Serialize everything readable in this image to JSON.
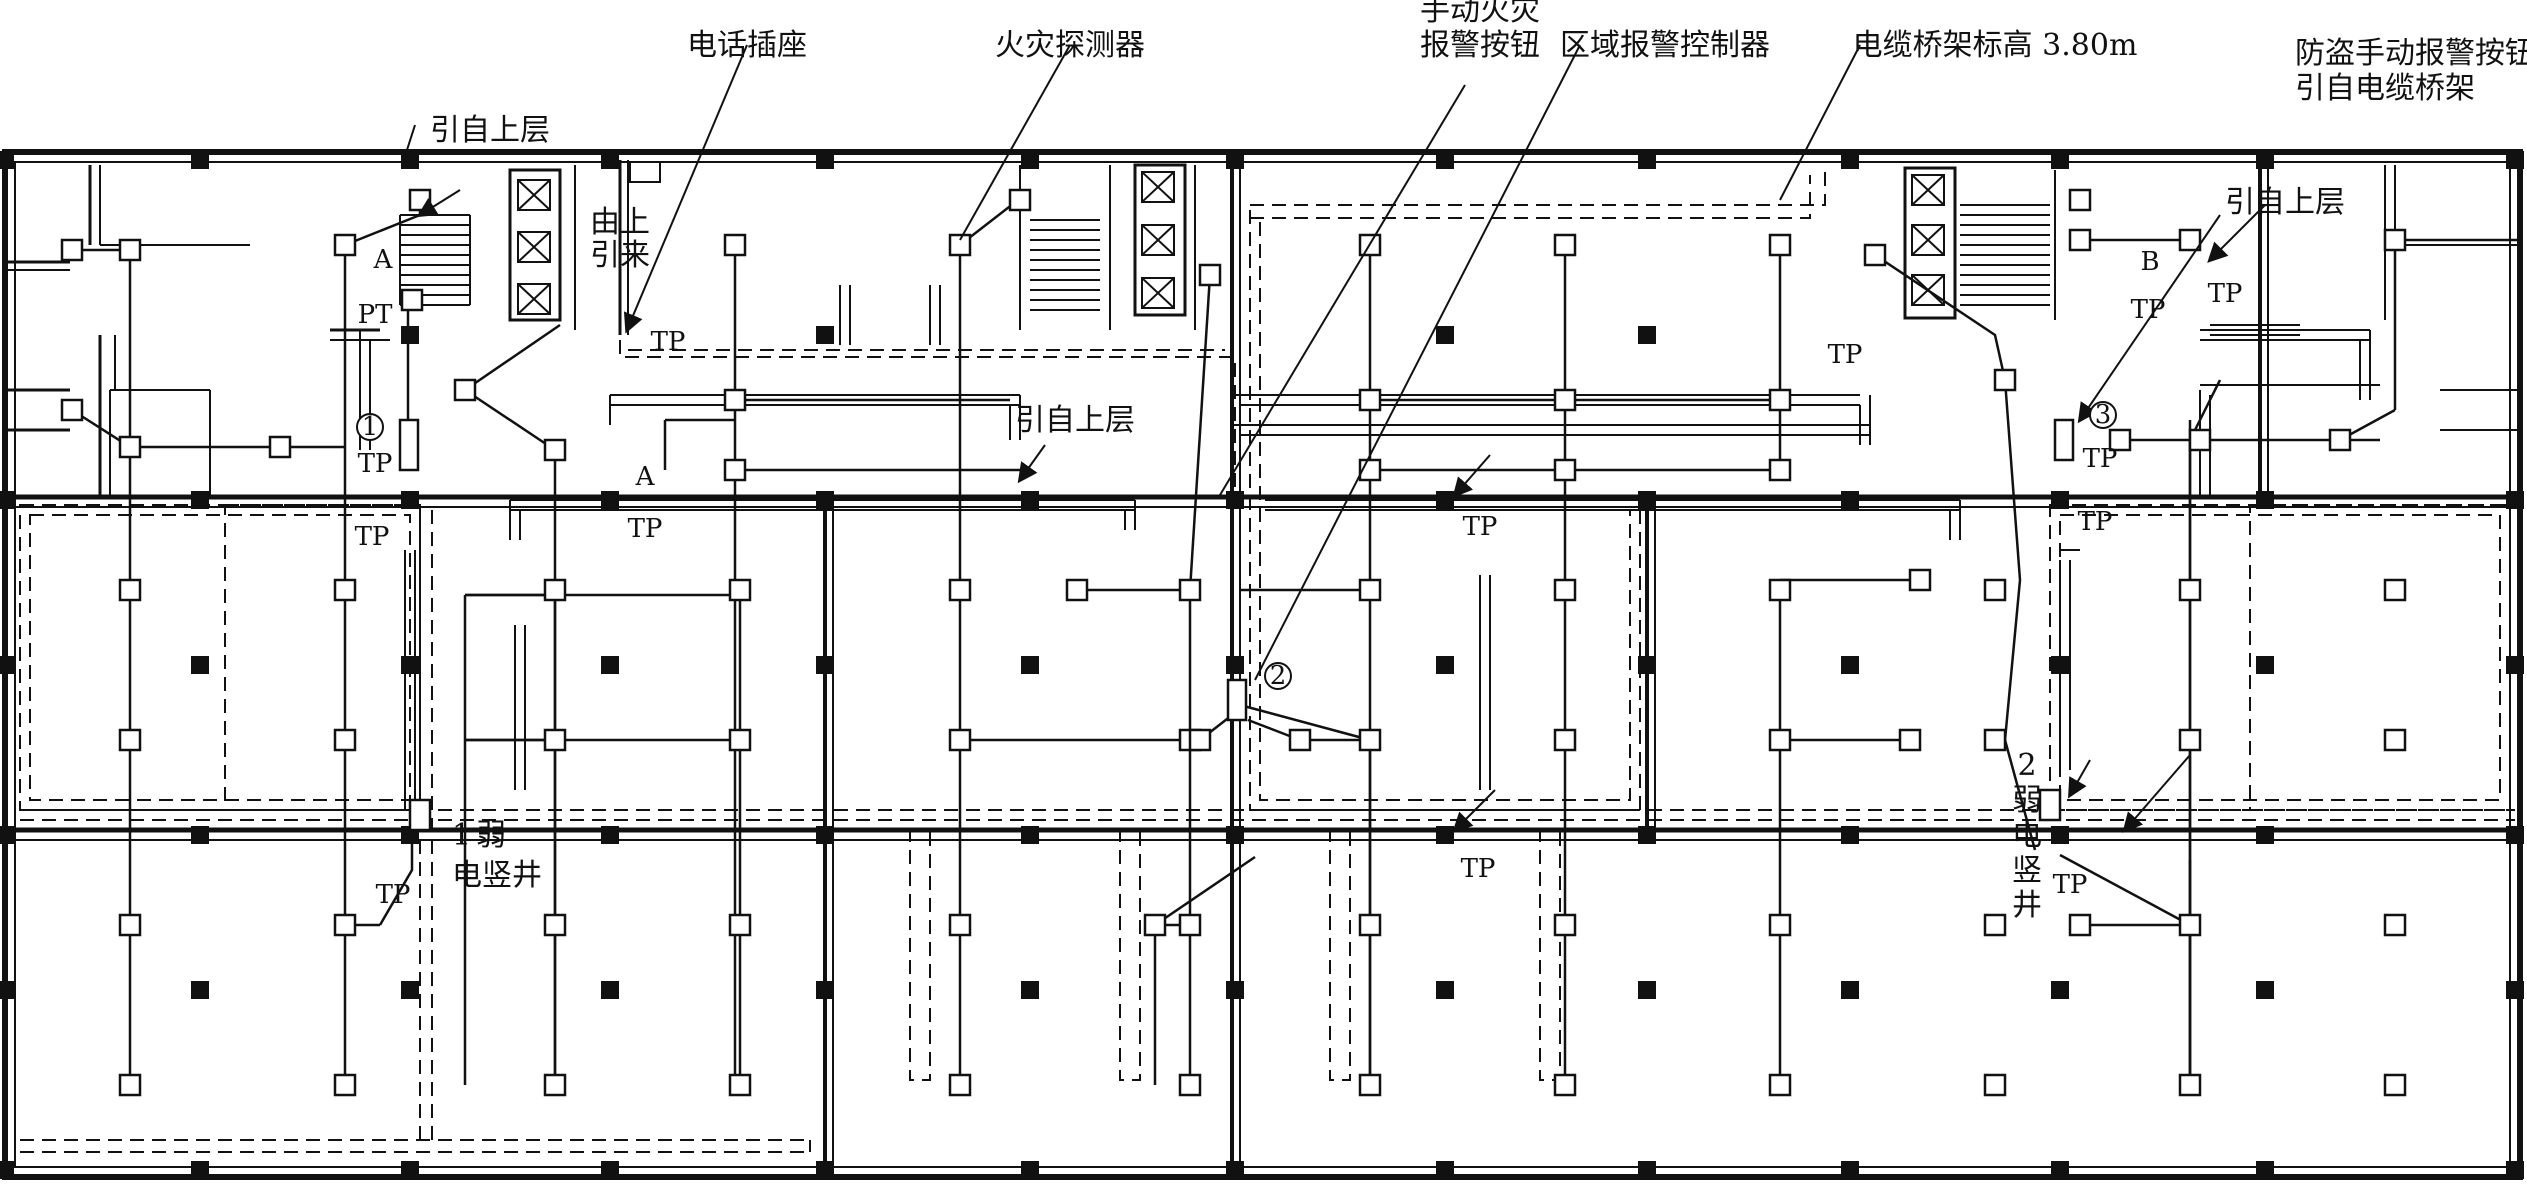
{
  "labels": {
    "phone_socket": "电话插座",
    "fire_detector": "火灾探测器",
    "manual_alarm_1": "手动火灾",
    "manual_alarm_2": "报警按钮",
    "area_controller": "区域报警控制器",
    "cable_tray": "电缆桥架标高 3.80m",
    "anti_theft_1": "防盗手动报警按钮",
    "anti_theft_2": "引自电缆桥架",
    "from_upper_left": "引自上层",
    "from_upper_right": "引自上层",
    "from_upper_mid": "引自上层",
    "from_above_1": "由上",
    "from_above_2": "引来",
    "label_a1": "A",
    "label_a2": "A",
    "label_b": "B",
    "label_pt": "PT",
    "shaft1_num": "1",
    "shaft1_a": "弱",
    "shaft1_b": "电竖井",
    "shaft2_num": "2",
    "shaft2_a": "弱",
    "shaft2_b": "电",
    "shaft2_c": "竖",
    "shaft2_d": "井",
    "tp": "TP",
    "circle_1": "1",
    "circle_2": "2",
    "circle_3": "3"
  },
  "colors": {
    "line": "#111111",
    "background": "#ffffff"
  }
}
